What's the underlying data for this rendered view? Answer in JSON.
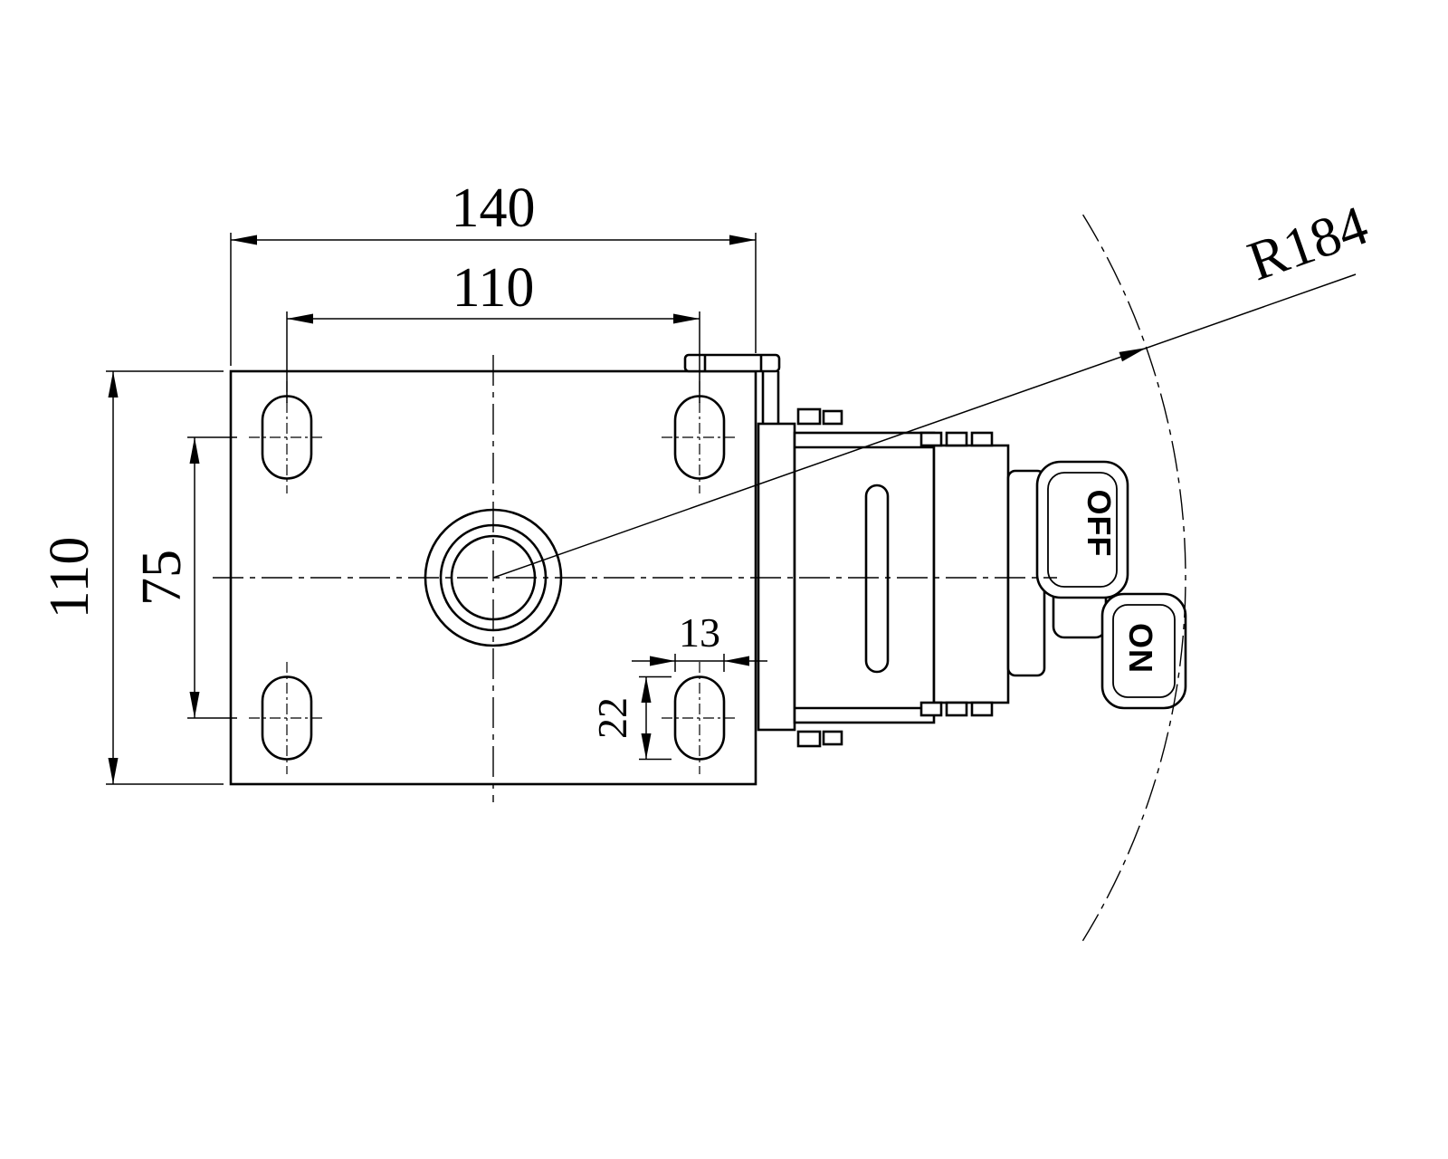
{
  "dimensions": {
    "plate_width": "140",
    "bolt_spacing_horizontal": "110",
    "plate_height": "110",
    "bolt_spacing_vertical": "75",
    "slot_width": "13",
    "slot_length": "22",
    "swivel_radius": "R184"
  },
  "pedal": {
    "off": "OFF",
    "on": "ON"
  },
  "colors": {
    "line": "#000000",
    "background": "#ffffff"
  }
}
